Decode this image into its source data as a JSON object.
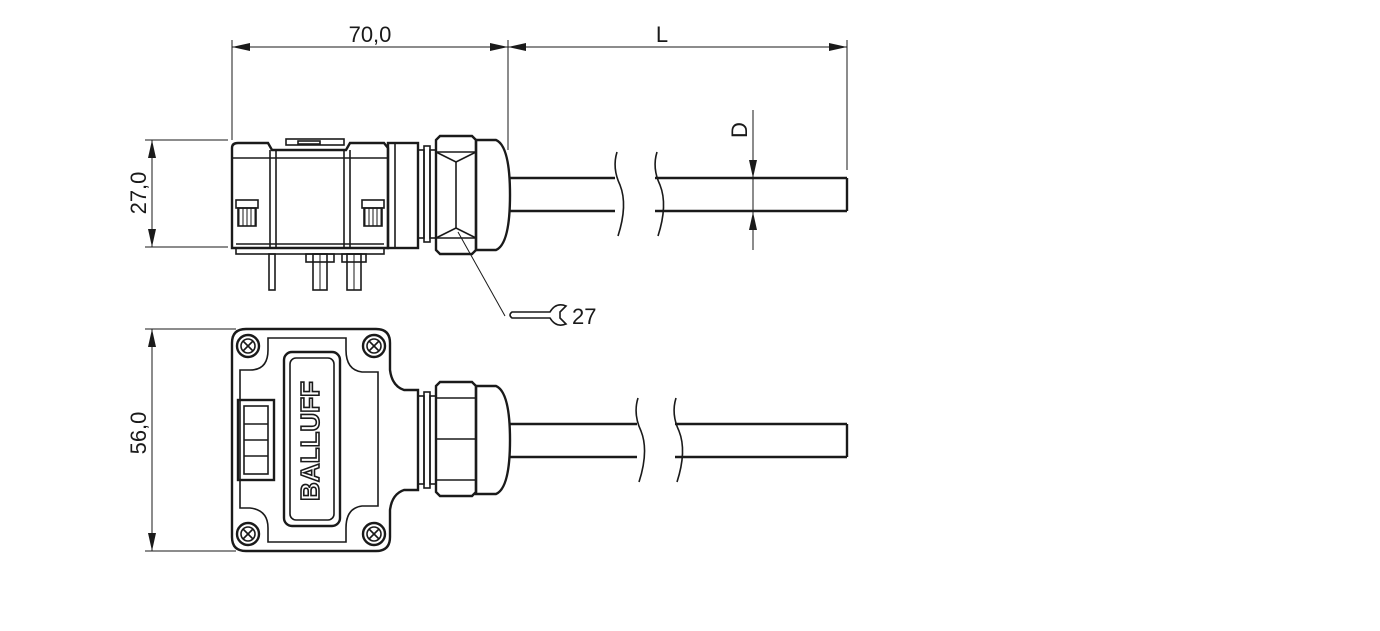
{
  "dimensions": {
    "length_module": "70,0",
    "length_cable": "L",
    "height_side": "27,0",
    "height_top": "56,0",
    "cable_diameter": "D",
    "wrench_size": "27"
  },
  "brand": {
    "logo_text": "BALLUFF"
  },
  "icons": {
    "wrench": "wrench-icon"
  }
}
